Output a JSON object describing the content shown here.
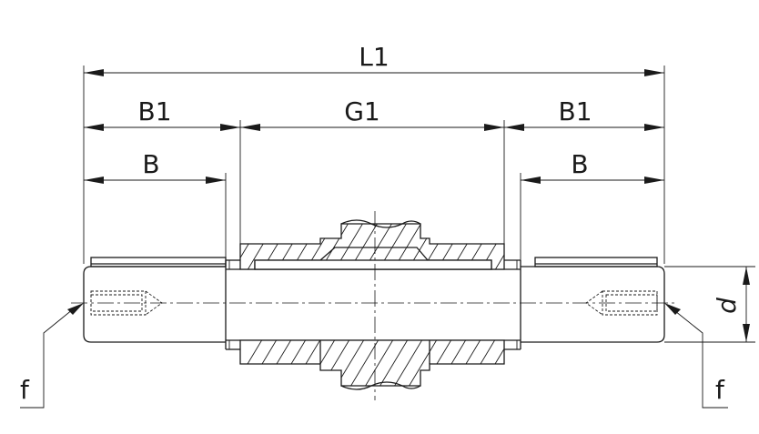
{
  "dimensions": {
    "overall_length": "L1",
    "left_shaft_length": "B1",
    "hub_length": "G1",
    "right_shaft_length": "B1",
    "left_key_length": "B",
    "right_key_length": "B",
    "shaft_diameter": "d"
  },
  "annotations": {
    "left_tapped_hole": "f",
    "right_tapped_hole": "f"
  }
}
